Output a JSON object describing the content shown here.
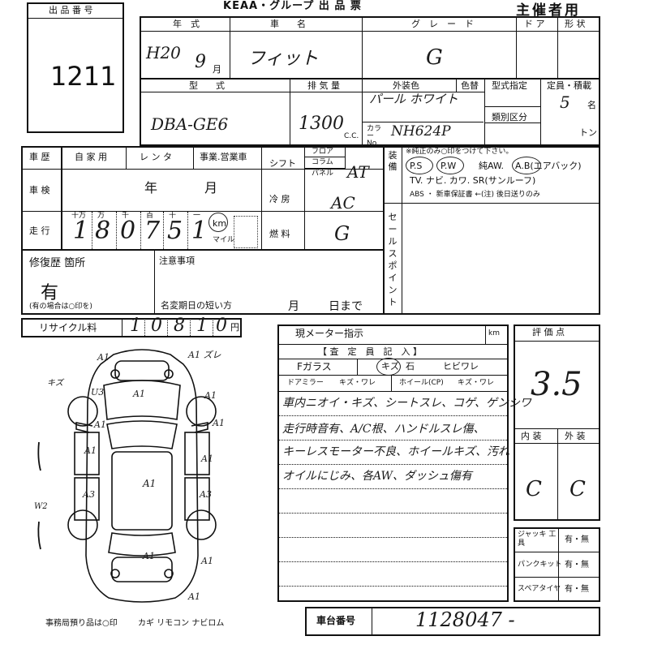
{
  "header": {
    "title": "KEAA・グループ 出 品 票",
    "organizer": "主催者用"
  },
  "lot": {
    "label": "出 品 番 号",
    "number": "1211"
  },
  "vehicle": {
    "year_label": "年　式",
    "year_value": "H20",
    "month_value": "9",
    "month_unit": "月",
    "name_label": "車　　名",
    "name_value": "フィット",
    "grade_label": "グ　レ　ー　ド",
    "grade_value": "G",
    "door_label": "ド ア",
    "shape_label": "形 状",
    "model_label": "型　　式",
    "model_value": "DBA-GE6",
    "displacement_label": "排 気 量",
    "displacement_value": "1300",
    "cc_unit": "C.C.",
    "exterior_label": "外装色",
    "exterior_value": "パール ホワイト",
    "color_no_label": "カラー No.",
    "color_no_value": "NH624P",
    "interior_label": "色替",
    "type_designation_label": "型式指定",
    "category_label": "類別区分",
    "capacity_label": "定員・積載",
    "capacity_value": "5",
    "capacity_unit": "名",
    "ton_unit": "トン"
  },
  "history": {
    "label": "車 歴",
    "options": [
      "自 家 用",
      "レ ン タ",
      "事業.営業車"
    ],
    "inspection_label": "車 検",
    "inspection_year": "年",
    "inspection_month": "月",
    "mileage_label": "走 行",
    "mileage_units": [
      "十万",
      "万",
      "千",
      "百",
      "十",
      "一"
    ],
    "mileage_digits": [
      "1",
      "8",
      "0",
      "7",
      "5",
      "1"
    ],
    "km_label": "km",
    "mile_label": "マイル"
  },
  "specs": {
    "shift_label": "シフト",
    "shift_options": [
      "フロア",
      "コラム",
      "パネル"
    ],
    "shift_value": "AT",
    "ac_label": "冷 房",
    "ac_value": "AC",
    "fuel_label": "燃 料",
    "fuel_value": "G"
  },
  "equipment": {
    "note": "※純正のみ○印をつけて下さい。",
    "side_label": "装備",
    "line1": [
      "P.S",
      "P.W",
      "純AW.",
      "A.B(エアバック)"
    ],
    "line2": "TV. ナビ. カワ. SR(サンルーフ)",
    "line3": "ABS ・ 新車保証書 ←(注) 後日送りのみ"
  },
  "sales_point_label": "セールスポイント",
  "repair": {
    "label": "修復歴 箇所",
    "value": "有",
    "note": "(有の場合は○印を)"
  },
  "notes": {
    "label": "注意事項",
    "deadline_label": "名変期日の短い方",
    "month": "月",
    "day": "日まで"
  },
  "recycle": {
    "label": "リサイクル料",
    "digits": [
      "1",
      "0",
      "8",
      "1",
      "0"
    ],
    "unit": "円"
  },
  "meter": {
    "label": "現メーター指示",
    "unit": "km"
  },
  "inspector": {
    "label": "【 査　定　員　記　入 】",
    "glass_label": "Fガラス",
    "glass_options": [
      "キズ",
      "石",
      "ヒビワレ"
    ],
    "mirror_label": "ドアミラー",
    "mirror_options": "キズ・ワレ",
    "wheel_label": "ホイール(CP)",
    "wheel_options": "キズ・ワレ",
    "comments": [
      "車内ニオイ・キズ、シートスレ、コゲ、ゲンシワ",
      "走行時音有、A/C根、ハンドルスレ傷、",
      "キーレスモーター不良、ホイールキズ、汚れ",
      "オイルにじみ、各AW、ダッシュ傷有"
    ]
  },
  "rating": {
    "label": "評 価 点",
    "value": "3.5",
    "interior_label": "内 装",
    "exterior_label": "外 装",
    "interior_value": "C",
    "exterior_value": "C"
  },
  "tools": [
    {
      "label": "ジャッキ 工 具",
      "value": "有・無"
    },
    {
      "label": "パンクキット",
      "value": "有・無"
    },
    {
      "label": "スペアタイヤ",
      "value": "有・無"
    }
  ],
  "chassis": {
    "label": "車台番号",
    "value": "1128047 -"
  },
  "footer": {
    "note": "事務局預り品は○印",
    "items": "カギ リモコン ナビロム"
  },
  "diagram_marks": [
    "A1 ズレ",
    "A1",
    "U3",
    "A1",
    "キズ",
    "A1",
    "A1",
    "A1",
    "A1",
    "A3",
    "A3",
    "A1",
    "W2",
    "A1",
    "A1",
    "A1",
    "A1"
  ]
}
